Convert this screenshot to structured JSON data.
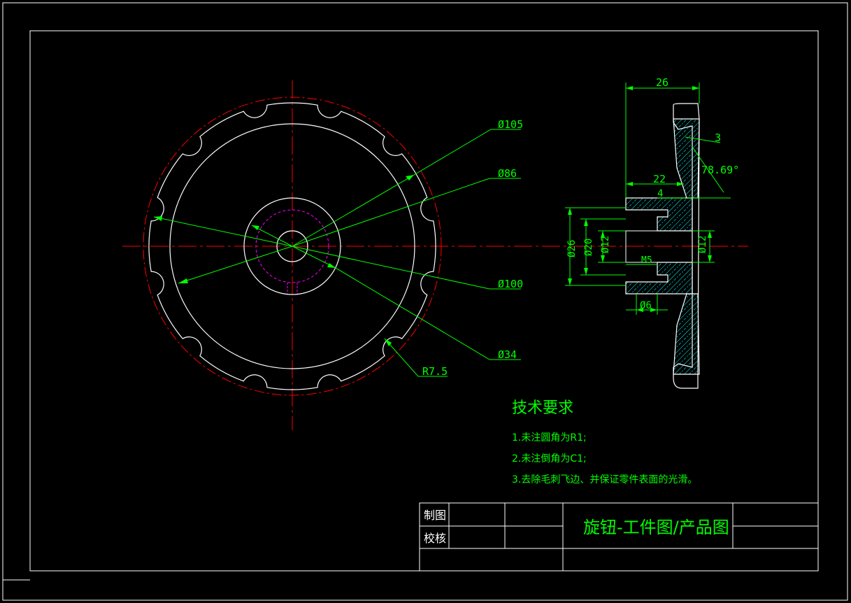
{
  "dimensions": {
    "d105": "Ø105",
    "d86": "Ø86",
    "d100": "Ø100",
    "d34": "Ø34",
    "r75": "R7.5",
    "w26": "26",
    "w22": "22",
    "w4": "4",
    "w3": "3",
    "angle": "78.69°",
    "s26": "Ø26",
    "s20": "Ø20",
    "s12": "Ø12",
    "s12b": "Ø12",
    "m5": "M5",
    "s6": "Ø6"
  },
  "requirements": {
    "title": "技术要求",
    "items": [
      "1.未注圆角为R1;",
      "2.未注倒角为C1;",
      "3.去除毛刺飞边、并保证零件表面的光滑。"
    ]
  },
  "title_block": {
    "drawn_label": "制图",
    "checked_label": "校核",
    "title": "旋钮-工件图/产品图"
  },
  "colors": {
    "background": "#000000",
    "outline": "#ffffff",
    "dimension": "#00ff00",
    "centerline": "#ff0000",
    "hidden": "#ff00ff",
    "hatch": "#00ffff"
  }
}
